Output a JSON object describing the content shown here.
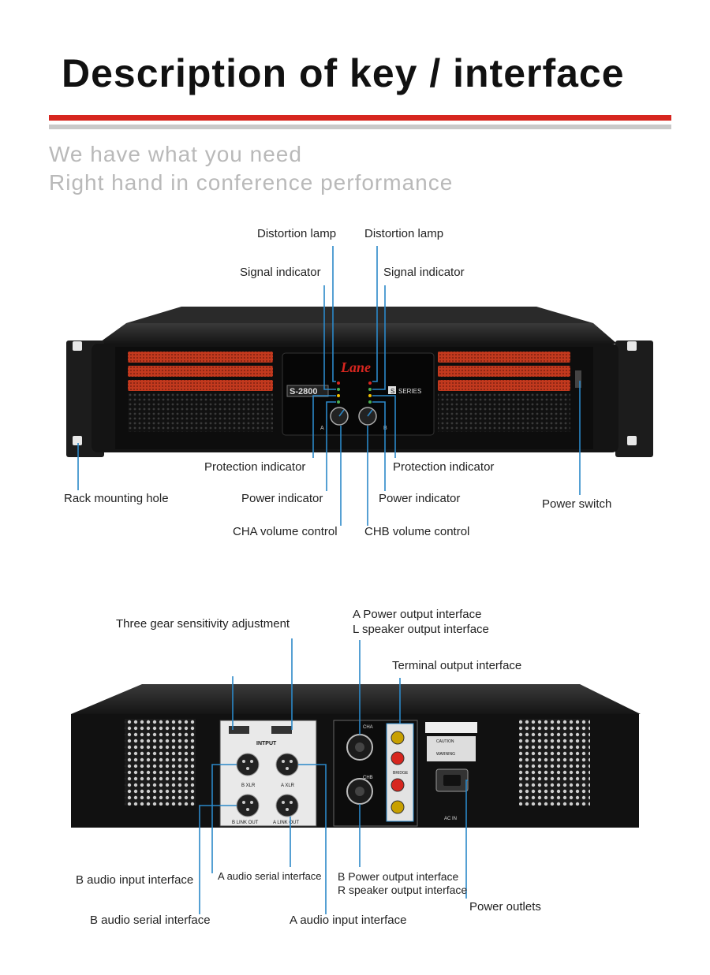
{
  "header": {
    "title": "Description of key / interface",
    "subtitle_line1": "We have what you need",
    "subtitle_line2": "Right hand in conference performance"
  },
  "front_panel": {
    "brand_logo": "Lane",
    "model": "S-2800",
    "series": "SERIES",
    "series_badge": "S",
    "knob_a": "A",
    "knob_b": "B",
    "labels": {
      "distortion_left": "Distortion lamp",
      "distortion_right": "Distortion lamp",
      "signal_left": "Signal indicator",
      "signal_right": "Signal indicator",
      "protection_left": "Protection indicator",
      "protection_right": "Protection indicator",
      "power_left": "Power indicator",
      "power_right": "Power indicator",
      "cha_volume": "CHA volume control",
      "chb_volume": "CHB volume control",
      "rack_hole": "Rack mounting hole",
      "power_switch": "Power switch"
    }
  },
  "rear_panel": {
    "input_label": "INTPUT",
    "b_xlr": "B XLR",
    "a_xlr": "A XLR",
    "b_link": "B LINK OUT",
    "a_link": "A LINK OUT",
    "cha": "CHA",
    "chb": "CHB",
    "caution": "CAUTION",
    "warning": "WARNING",
    "ac_in": "AC IN",
    "bridge": "BRIDGE",
    "labels": {
      "sensitivity": "Three gear sensitivity adjustment",
      "a_power_out_1": "A Power output interface",
      "a_power_out_2": "L speaker output interface",
      "terminal_out": "Terminal output interface",
      "b_audio_input": "B audio input interface",
      "a_audio_serial": "A audio serial interface",
      "b_power_out_1": "B Power output interface",
      "b_power_out_2": "R speaker output interface",
      "power_outlets": "Power outlets",
      "b_audio_serial": "B audio serial interface",
      "a_audio_input": "A audio input interface"
    }
  },
  "colors": {
    "accent_red": "#d7261f",
    "leader_blue": "#2b88c8",
    "subtitle_gray": "#b9b9b9"
  }
}
